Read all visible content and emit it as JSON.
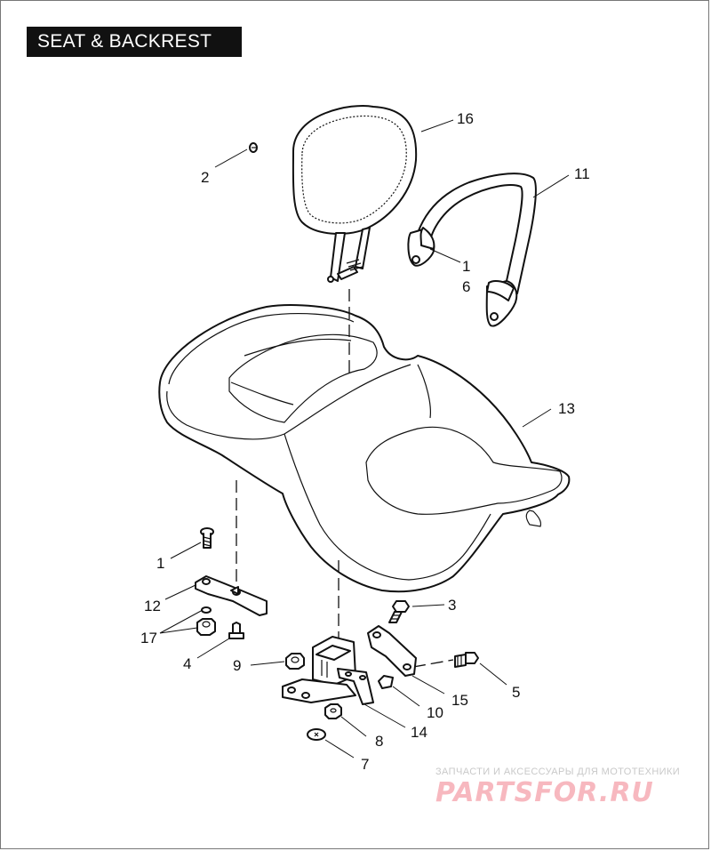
{
  "title": "SEAT & BACKREST",
  "callouts": {
    "c1a": "1",
    "c1b": "1",
    "c2": "2",
    "c3": "3",
    "c4": "4",
    "c5": "5",
    "c6": "6",
    "c7": "7",
    "c8": "8",
    "c9": "9",
    "c10": "10",
    "c11": "11",
    "c12": "12",
    "c13": "13",
    "c14": "14",
    "c15": "15",
    "c16": "16",
    "c17": "17"
  },
  "watermark": {
    "tagline": "ЗАПЧАСТИ И АКСЕССУАРЫ ДЛЯ МОТОТЕХНИКИ",
    "logo": "PARTSFOR.RU"
  }
}
